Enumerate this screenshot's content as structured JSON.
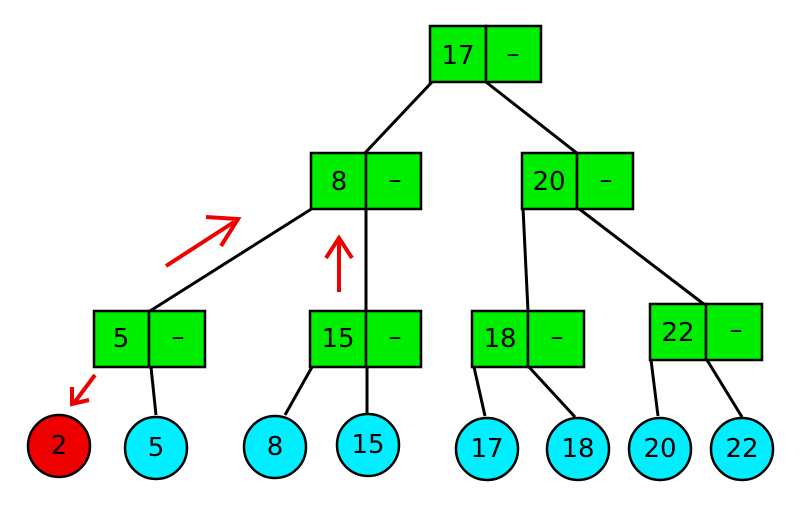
{
  "colors": {
    "internal_node": "#00ee00",
    "leaf": "#00eeff",
    "highlight_leaf": "#ee0000",
    "arrow": "#ee0000",
    "edge": "#000000"
  },
  "root": {
    "key": "17",
    "pointer": "–"
  },
  "level1": [
    {
      "key": "8",
      "pointer": "–"
    },
    {
      "key": "20",
      "pointer": "–"
    }
  ],
  "level2": [
    {
      "key": "5",
      "pointer": "–"
    },
    {
      "key": "15",
      "pointer": "–"
    },
    {
      "key": "18",
      "pointer": "–"
    },
    {
      "key": "22",
      "pointer": "–"
    }
  ],
  "leaves": [
    {
      "value": "2",
      "highlight": true
    },
    {
      "value": "5",
      "highlight": false
    },
    {
      "value": "8",
      "highlight": false
    },
    {
      "value": "15",
      "highlight": false
    },
    {
      "value": "17",
      "highlight": false
    },
    {
      "value": "18",
      "highlight": false
    },
    {
      "value": "20",
      "highlight": false
    },
    {
      "value": "22",
      "highlight": false
    }
  ]
}
